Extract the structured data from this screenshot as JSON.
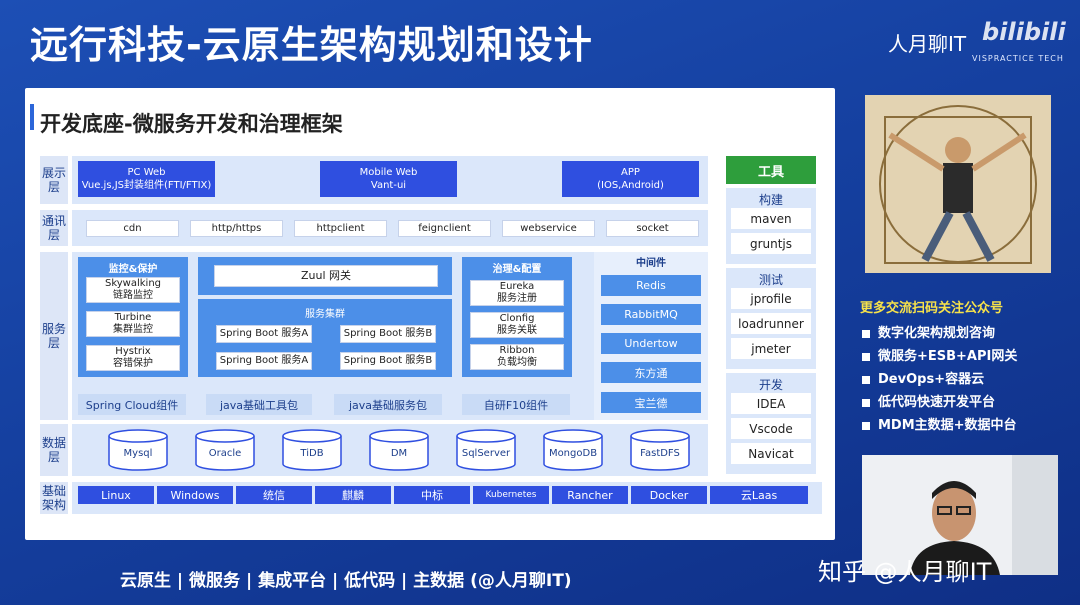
{
  "title": "远行科技-云原生架构规划和设计",
  "brand": {
    "name": "人月聊IT",
    "sub": "VISPRACTICE TECH",
    "bili": "bilibili"
  },
  "slide": {
    "title": "开发底座-微服务开发和治理框架",
    "layers": {
      "display": "展示层",
      "comm": "通讯层",
      "service": "服务层",
      "data": "数据层",
      "infra": "基础架构"
    },
    "display_items": [
      {
        "line1": "PC Web",
        "line2": "Vue.js,JS封装组件(FTI/FTIX)"
      },
      {
        "line1": "Mobile Web",
        "line2": "Vant-ui"
      },
      {
        "line1": "APP",
        "line2": "(IOS,Android)"
      }
    ],
    "comm_items": [
      "cdn",
      "http/https",
      "httpclient",
      "feignclient",
      "webservice",
      "socket"
    ],
    "monitor": {
      "title": "监控&保护",
      "items": [
        {
          "line1": "Skywalking",
          "line2": "链路监控"
        },
        {
          "line1": "Turbine",
          "line2": "集群监控"
        },
        {
          "line1": "Hystrix",
          "line2": "容错保护"
        }
      ]
    },
    "gateway": "Zuul 网关",
    "cluster": {
      "title": "服务集群",
      "items": [
        "Spring Boot 服务A",
        "Spring Boot 服务B",
        "Spring Boot 服务A",
        "Spring Boot 服务B"
      ]
    },
    "governance": {
      "title": "治理&配置",
      "items": [
        {
          "line1": "Eureka",
          "line2": "服务注册"
        },
        {
          "line1": "Clonfig",
          "line2": "服务关联"
        },
        {
          "line1": "Ribbon",
          "line2": "负载均衡"
        }
      ]
    },
    "middleware": {
      "title": "中间件",
      "items": [
        "Redis",
        "RabbitMQ",
        "Undertow",
        "东方通",
        "宝兰德"
      ]
    },
    "bottom_strip": [
      "Spring Cloud组件",
      "java基础工具包",
      "java基础服务包",
      "自研F10组件"
    ],
    "databases": [
      "Mysql",
      "Oracle",
      "TiDB",
      "DM",
      "SqlServer",
      "MongoDB",
      "FastDFS"
    ],
    "infra_items": [
      "Linux",
      "Windows",
      "统信",
      "麒麟",
      "中标",
      "Kubernetes",
      "Rancher",
      "Docker",
      "云Laas"
    ],
    "tools": {
      "title": "工具",
      "groups": [
        {
          "label": "构建",
          "items": [
            "maven",
            "gruntjs"
          ]
        },
        {
          "label": "测试",
          "items": [
            "jprofile",
            "loadrunner",
            "jmeter"
          ]
        },
        {
          "label": "开发",
          "items": [
            "IDEA",
            "Vscode",
            "Navicat"
          ]
        }
      ]
    }
  },
  "promo": {
    "title": "更多交流扫码关注公众号",
    "items": [
      "数字化架构规划咨询",
      "微服务+ESB+API网关",
      "DevOps+容器云",
      "低代码快速开发平台",
      "MDM主数据+数据中台"
    ]
  },
  "watermark": "知乎 @人月聊IT",
  "tagline": "云原生 | 微服务 | 集成平台 | 低代码 | 主数据 (@人月聊IT)",
  "colors": {
    "accent": "#2f4fe0",
    "tool_head": "#2e9e3c",
    "promo_title": "#f7e24a"
  }
}
